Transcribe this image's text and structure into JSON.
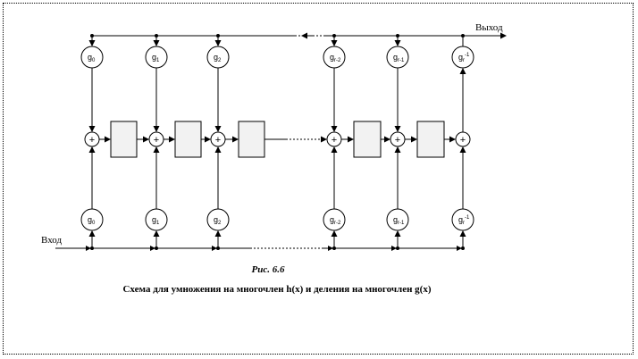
{
  "labels": {
    "output": "Выход",
    "input": "Вход"
  },
  "top_coefficients": [
    {
      "base": "g",
      "sub": "0",
      "sup": ""
    },
    {
      "base": "g",
      "sub": "1",
      "sup": ""
    },
    {
      "base": "g",
      "sub": "2",
      "sup": ""
    },
    {
      "base": "g",
      "sub": "r-2",
      "sup": ""
    },
    {
      "base": "g",
      "sub": "r-1",
      "sup": ""
    },
    {
      "base": "g",
      "sub": "r",
      "sup": "-1"
    }
  ],
  "bottom_coefficients": [
    {
      "base": "g",
      "sub": "0",
      "sup": ""
    },
    {
      "base": "g",
      "sub": "1",
      "sup": ""
    },
    {
      "base": "g",
      "sub": "2",
      "sup": ""
    },
    {
      "base": "g",
      "sub": "r-2",
      "sup": ""
    },
    {
      "base": "g",
      "sub": "r-1",
      "sup": ""
    },
    {
      "base": "g",
      "sub": "r",
      "sup": "-1"
    }
  ],
  "adder_symbol": "+",
  "caption": {
    "figure": "Рис. 6.6",
    "text": "Схема для умножения на многочлен h(x) и деления на многочлен g(x)"
  },
  "colors": {
    "line": "#000000",
    "register_fill": "#f2f2f2"
  }
}
